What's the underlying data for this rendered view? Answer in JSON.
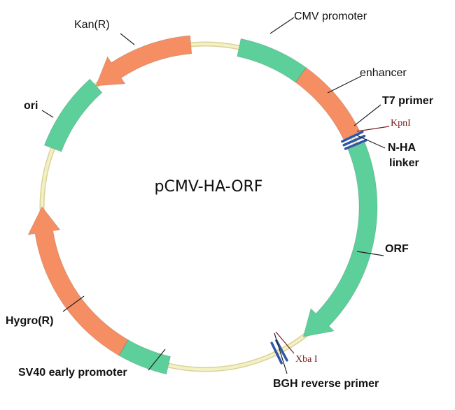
{
  "plasmid": {
    "name": "pCMV-HA-ORF"
  },
  "colors": {
    "backbone": "#f4f0c4",
    "backbone_edge": "#d8d39a",
    "green_feature": "#5ccf9b",
    "orange_feature": "#f58e62",
    "site_marker": "#2f57a6",
    "site_text": "#7a2020"
  },
  "features": [
    {
      "id": "cmv-promoter",
      "label": "CMV promoter",
      "kind": "promoter",
      "color": "green"
    },
    {
      "id": "enhancer",
      "label": "enhancer",
      "kind": "enhancer",
      "color": "orange"
    },
    {
      "id": "orf",
      "label": "ORF",
      "kind": "orf",
      "color": "green"
    },
    {
      "id": "sv40-early-promoter",
      "label": "SV40 early promoter",
      "kind": "promoter",
      "color": "green"
    },
    {
      "id": "hygro-r",
      "label": "Hygro(R)",
      "kind": "resistance",
      "color": "orange"
    },
    {
      "id": "ori",
      "label": "ori",
      "kind": "origin",
      "color": "green"
    },
    {
      "id": "kan-r",
      "label": "Kan(R)",
      "kind": "resistance",
      "color": "orange"
    }
  ],
  "sites": [
    {
      "id": "t7-primer",
      "label": "T7 primer",
      "kind": "primer"
    },
    {
      "id": "kpni",
      "label": "KpnI",
      "kind": "restriction"
    },
    {
      "id": "n-ha",
      "label": "N-HA",
      "kind": "tag"
    },
    {
      "id": "linker",
      "label": "linker",
      "kind": "tag"
    },
    {
      "id": "xbai",
      "label": "Xba I",
      "kind": "restriction"
    },
    {
      "id": "bgh-reverse-primer",
      "label": "BGH reverse primer",
      "kind": "primer"
    }
  ]
}
